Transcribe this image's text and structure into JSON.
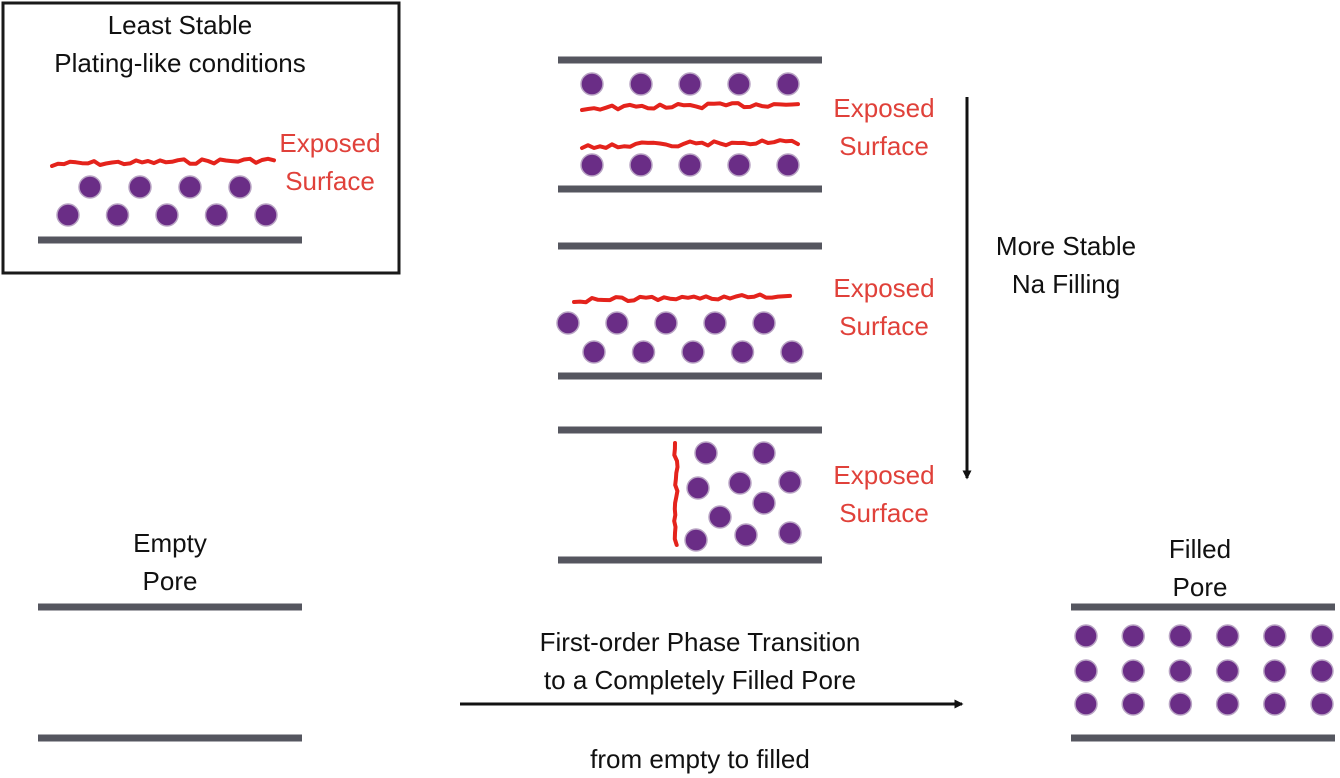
{
  "colors": {
    "wall": "#55565f",
    "particle": "#6a2d86",
    "particle_edge": "#b9a4c4",
    "surface": "#e4231c",
    "text": "#111111",
    "label": "#e0413a"
  },
  "panels": {
    "least_stable": {
      "title_line1": "Least Stable",
      "title_line2": "Plating-like conditions",
      "exposed_line1": "Exposed",
      "exposed_line2": "Surface"
    },
    "stage1": {
      "exposed_line1": "Exposed",
      "exposed_line2": "Surface"
    },
    "stage2": {
      "exposed_line1": "Exposed",
      "exposed_line2": "Surface"
    },
    "stage3": {
      "exposed_line1": "Exposed",
      "exposed_line2": "Surface"
    },
    "empty_pore": {
      "line1": "Empty",
      "line2": "Pore"
    },
    "filled_pore": {
      "line1": "Filled",
      "line2": "Pore"
    }
  },
  "arrows": {
    "stability": {
      "line1": "More Stable",
      "line2": "Na Filling"
    },
    "transition": {
      "line1": "First-order Phase Transition",
      "line2": "to a Completely Filled Pore",
      "caption": "from empty to filled"
    }
  }
}
